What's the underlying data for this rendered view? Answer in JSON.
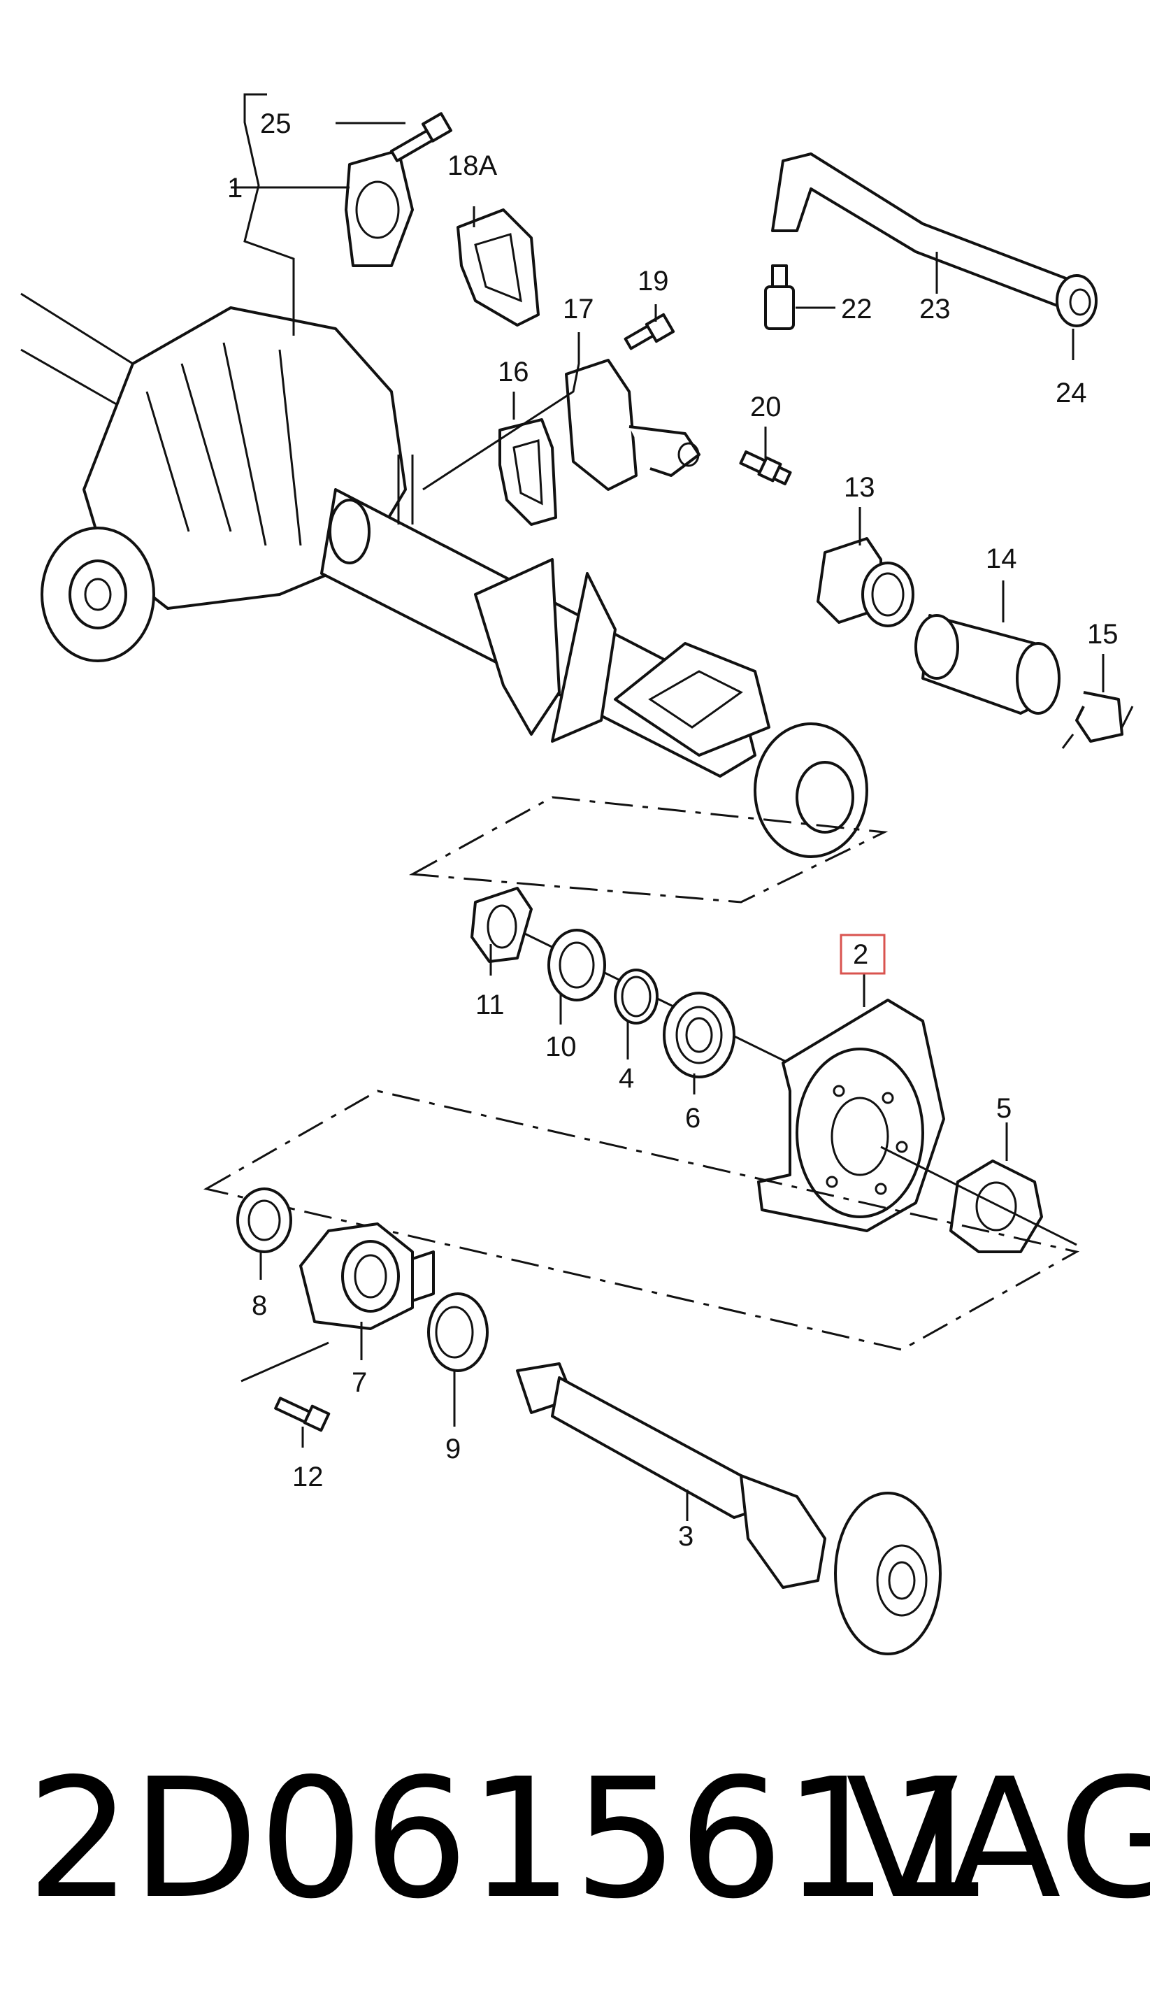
{
  "diagram": {
    "callouts": [
      "1",
      "2",
      "3",
      "4",
      "5",
      "6",
      "7",
      "8",
      "9",
      "10",
      "11",
      "12",
      "13",
      "14",
      "15",
      "16",
      "17",
      "18A",
      "19",
      "20",
      "22",
      "23",
      "24",
      "25"
    ],
    "highlighted_callout": "2",
    "highlight_color": "#d9534f"
  },
  "caption": {
    "part_number": "2D0615611",
    "brand": "VAG"
  }
}
